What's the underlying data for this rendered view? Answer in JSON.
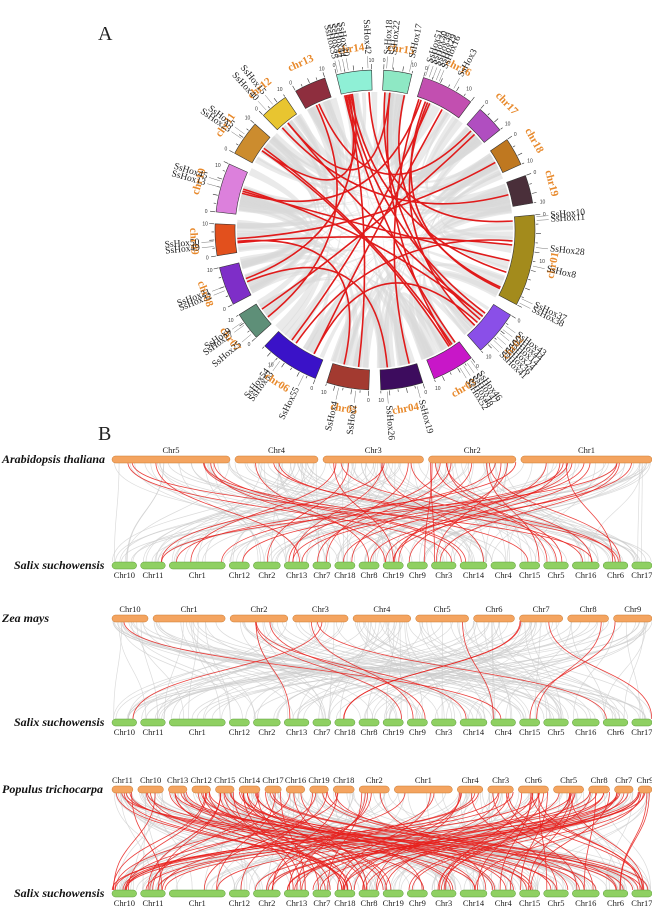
{
  "panel_a": {
    "letter": "A",
    "chromosomes": [
      {
        "label": "chr01",
        "color": "#a38b1c",
        "size": 52
      },
      {
        "label": "chr02",
        "color": "#8a4fe8",
        "size": 26
      },
      {
        "label": "chr03",
        "color": "#c817c8",
        "size": 24
      },
      {
        "label": "chr04",
        "color": "#3d0c5e",
        "size": 24
      },
      {
        "label": "chr05",
        "color": "#a33a30",
        "size": 24
      },
      {
        "label": "chr06",
        "color": "#3a12c8",
        "size": 34
      },
      {
        "label": "chr07",
        "color": "#5e8f78",
        "size": 16
      },
      {
        "label": "chr08",
        "color": "#7e2ec8",
        "size": 22
      },
      {
        "label": "chr09",
        "color": "#e2501d",
        "size": 18
      },
      {
        "label": "chr10",
        "color": "#dc80dc",
        "size": 28
      },
      {
        "label": "chr11",
        "color": "#cc8c2e",
        "size": 20
      },
      {
        "label": "chr12",
        "color": "#e8c530",
        "size": 16
      },
      {
        "label": "chr13",
        "color": "#8e2e3e",
        "size": 18
      },
      {
        "label": "chr14",
        "color": "#8ff0d6",
        "size": 20
      },
      {
        "label": "chr15",
        "color": "#8ee8c4",
        "size": 16
      },
      {
        "label": "chr16",
        "color": "#c24fb0",
        "size": 30
      },
      {
        "label": "chr17",
        "color": "#b04ec0",
        "size": 16
      },
      {
        "label": "chr18",
        "color": "#bf7820",
        "size": 16
      },
      {
        "label": "chr19",
        "color": "#4a2f3a",
        "size": 16
      }
    ],
    "genes": [
      {
        "name": "SsHox10",
        "chr": 0,
        "pos": 0.02
      },
      {
        "name": "SsHox11",
        "chr": 0,
        "pos": 0.06
      },
      {
        "name": "SsHox28",
        "chr": 0,
        "pos": 0.35
      },
      {
        "name": "SsHox8",
        "chr": 0,
        "pos": 0.55
      },
      {
        "name": "SsHox37",
        "chr": 0,
        "pos": 0.92
      },
      {
        "name": "SsHox38",
        "chr": 0,
        "pos": 0.97
      },
      {
        "name": "SsHox43",
        "chr": 1,
        "pos": 0.25
      },
      {
        "name": "SsHox44",
        "chr": 1,
        "pos": 0.35
      },
      {
        "name": "SsHox14",
        "chr": 1,
        "pos": 0.45
      },
      {
        "name": "SsHox24",
        "chr": 1,
        "pos": 0.55
      },
      {
        "name": "SsHox36",
        "chr": 1,
        "pos": 0.65
      },
      {
        "name": "SsHox41",
        "chr": 1,
        "pos": 0.75
      },
      {
        "name": "SsHox46",
        "chr": 2,
        "pos": 0.05
      },
      {
        "name": "SsHox47",
        "chr": 2,
        "pos": 0.15
      },
      {
        "name": "SsHox48",
        "chr": 2,
        "pos": 0.25
      },
      {
        "name": "SsHox52",
        "chr": 2,
        "pos": 0.35
      },
      {
        "name": "SsHox19",
        "chr": 3,
        "pos": 0.15
      },
      {
        "name": "SsHox26",
        "chr": 3,
        "pos": 0.85
      },
      {
        "name": "SsHox2",
        "chr": 4,
        "pos": 0.3
      },
      {
        "name": "SsHox4",
        "chr": 4,
        "pos": 0.7
      },
      {
        "name": "SsHox55",
        "chr": 5,
        "pos": 0.2
      },
      {
        "name": "SsHox53",
        "chr": 5,
        "pos": 0.65
      },
      {
        "name": "SsHox54",
        "chr": 5,
        "pos": 0.72
      },
      {
        "name": "SsHox25",
        "chr": 6,
        "pos": 0.2
      },
      {
        "name": "SsHox27",
        "chr": 6,
        "pos": 0.6
      },
      {
        "name": "SsHox9",
        "chr": 6,
        "pos": 0.72
      },
      {
        "name": "SsHox32",
        "chr": 7,
        "pos": 0.4
      },
      {
        "name": "SsHox21",
        "chr": 7,
        "pos": 0.5
      },
      {
        "name": "SsHox49",
        "chr": 8,
        "pos": 0.3
      },
      {
        "name": "SsHox50",
        "chr": 8,
        "pos": 0.45
      },
      {
        "name": "SsHox13",
        "chr": 9,
        "pos": 0.5
      },
      {
        "name": "SsHox45",
        "chr": 9,
        "pos": 0.62
      },
      {
        "name": "SsHox23",
        "chr": 10,
        "pos": 0.45
      },
      {
        "name": "SsHox5",
        "chr": 10,
        "pos": 0.6
      },
      {
        "name": "SsHox40",
        "chr": 11,
        "pos": 0.2
      },
      {
        "name": "SsHox15",
        "chr": 11,
        "pos": 0.5
      },
      {
        "name": "SsHox35",
        "chr": 13,
        "pos": 0.05
      },
      {
        "name": "SsHox33",
        "chr": 13,
        "pos": 0.15
      },
      {
        "name": "SsHox34",
        "chr": 13,
        "pos": 0.25
      },
      {
        "name": "SsHox20",
        "chr": 13,
        "pos": 0.35
      },
      {
        "name": "SsHox42",
        "chr": 13,
        "pos": 0.9
      },
      {
        "name": "SsHox18",
        "chr": 14,
        "pos": 0.1
      },
      {
        "name": "SsHox22",
        "chr": 14,
        "pos": 0.3
      },
      {
        "name": "SsHox17",
        "chr": 14,
        "pos": 0.9
      },
      {
        "name": "SsHox51",
        "chr": 15,
        "pos": 0.03
      },
      {
        "name": "SsHox30",
        "chr": 15,
        "pos": 0.1
      },
      {
        "name": "SsHox39",
        "chr": 15,
        "pos": 0.17
      },
      {
        "name": "SsHox29",
        "chr": 15,
        "pos": 0.24
      },
      {
        "name": "SsHox16",
        "chr": 15,
        "pos": 0.3
      },
      {
        "name": "SsHox3",
        "chr": 15,
        "pos": 0.6
      }
    ],
    "links": [
      [
        0,
        0.05,
        13,
        0.9
      ],
      [
        0,
        0.3,
        5,
        0.6
      ],
      [
        0,
        0.55,
        9,
        0.55
      ],
      [
        0,
        0.92,
        15,
        0.2
      ],
      [
        0,
        0.7,
        13,
        0.3
      ],
      [
        1,
        0.3,
        13,
        0.2
      ],
      [
        1,
        0.5,
        14,
        0.1
      ],
      [
        1,
        0.6,
        5,
        0.2
      ],
      [
        1,
        0.4,
        11,
        0.5
      ],
      [
        1,
        0.7,
        15,
        0.25
      ],
      [
        2,
        0.1,
        13,
        0.1
      ],
      [
        2,
        0.25,
        14,
        0.3
      ],
      [
        2,
        0.3,
        10,
        0.5
      ],
      [
        3,
        0.2,
        15,
        0.05
      ],
      [
        3,
        0.8,
        7,
        0.4
      ],
      [
        4,
        0.3,
        13,
        0.15
      ],
      [
        4,
        0.7,
        8,
        0.4
      ],
      [
        5,
        0.7,
        15,
        0.3
      ],
      [
        5,
        0.2,
        15,
        0.6
      ],
      [
        6,
        0.3,
        12,
        0.4
      ],
      [
        6,
        0.7,
        16,
        0.5
      ],
      [
        7,
        0.5,
        13,
        0.25
      ],
      [
        8,
        0.35,
        0,
        0.35
      ],
      [
        8,
        0.5,
        17,
        0.5
      ],
      [
        9,
        0.5,
        15,
        0.1
      ],
      [
        9,
        0.6,
        1,
        0.4
      ],
      [
        10,
        0.5,
        13,
        0.35
      ],
      [
        10,
        0.6,
        2,
        0.2
      ],
      [
        11,
        0.5,
        14,
        0.3
      ],
      [
        11,
        0.2,
        18,
        0.5
      ],
      [
        12,
        0.5,
        16,
        0.3
      ],
      [
        14,
        0.9,
        0,
        0.9
      ]
    ],
    "grey_seed": 7
  },
  "panel_b": {
    "letter": "B",
    "salix_label": "Salix suchowensis",
    "salix_chromosomes": [
      "Chr10",
      "Chr11",
      "Chr1",
      "Chr12",
      "Chr2",
      "Chr13",
      "Chr7",
      "Chr18",
      "Chr8",
      "Chr19",
      "Chr9",
      "Chr3",
      "Chr14",
      "Chr4",
      "Chr15",
      "Chr5",
      "Chr16",
      "Chr6",
      "Chr17"
    ],
    "salix_sizes": [
      22,
      22,
      50,
      18,
      24,
      22,
      16,
      18,
      18,
      18,
      18,
      22,
      24,
      22,
      18,
      22,
      24,
      22,
      18
    ],
    "colors": {
      "top_bar": "#f4a460",
      "bottom_bar": "#8fd062",
      "red_link": "#e8201c",
      "grey_link": "#cccccc"
    },
    "comparisons": [
      {
        "species": "Arabidopsis thaliana",
        "chromosomes": [
          "Chr5",
          "Chr4",
          "Chr3",
          "Chr2",
          "Chr1"
        ],
        "sizes": [
          27,
          19,
          23,
          20,
          30
        ],
        "red_links": 45,
        "grey_links": 150,
        "seed": 11
      },
      {
        "species": "Zea mays",
        "chromosomes": [
          "Chr10",
          "Chr1",
          "Chr2",
          "Chr3",
          "Chr4",
          "Chr5",
          "Chr6",
          "Chr7",
          "Chr8",
          "Chr9"
        ],
        "sizes": [
          15,
          30,
          24,
          23,
          24,
          22,
          17,
          18,
          17,
          16
        ],
        "red_links": 14,
        "grey_links": 150,
        "seed": 23
      },
      {
        "species": "Populus trichocarpa",
        "chromosomes": [
          "Chr11",
          "Chr10",
          "Chr13",
          "Chr12",
          "Chr15",
          "Chr14",
          "Chr17",
          "Chr16",
          "Chr19",
          "Chr18",
          "Chr2",
          "Chr1",
          "Chr4",
          "Chr3",
          "Chr6",
          "Chr5",
          "Chr8",
          "Chr7",
          "Chr9"
        ],
        "sizes": [
          18,
          22,
          16,
          16,
          16,
          18,
          14,
          16,
          16,
          18,
          26,
          50,
          22,
          22,
          26,
          26,
          18,
          16,
          12
        ],
        "red_links": 120,
        "grey_links": 200,
        "seed": 37
      }
    ]
  }
}
